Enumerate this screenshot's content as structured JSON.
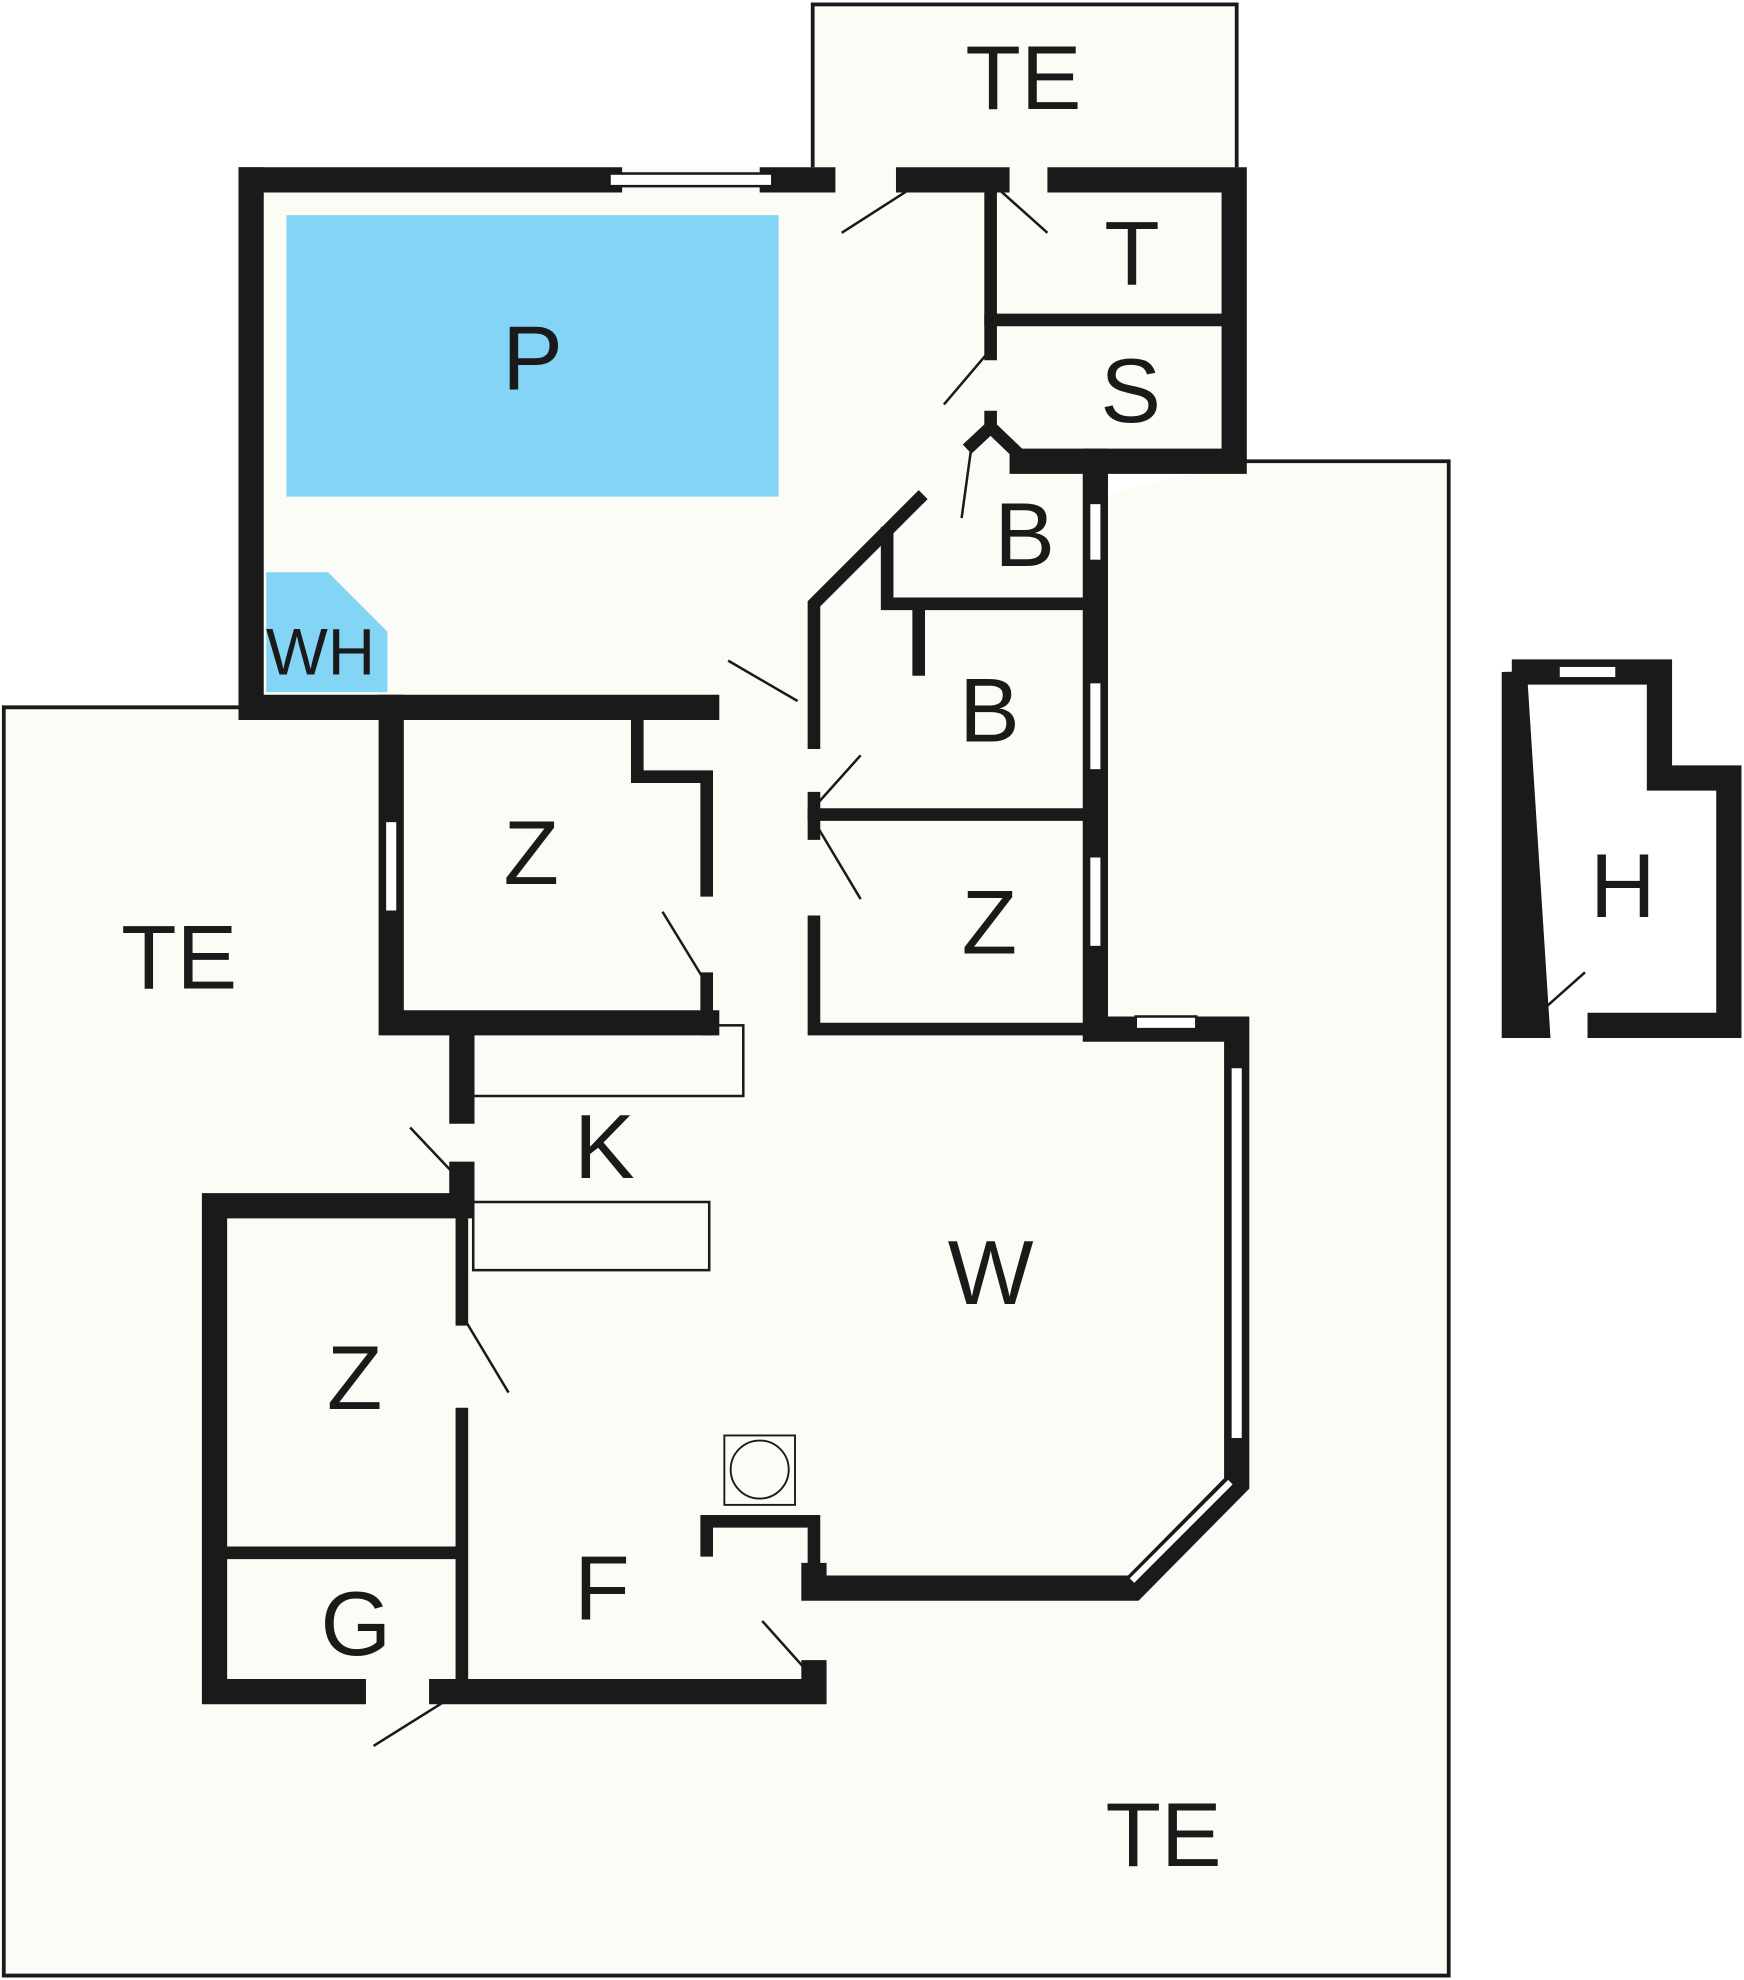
{
  "colors": {
    "floor": "#fbfcf6",
    "pool": "#83d4f5",
    "wall": "#1a1a1a"
  },
  "rooms": {
    "terrace_top": "TE",
    "terrace_left": "TE",
    "terrace_bottom": "TE",
    "pool": "P",
    "whirlpool": "WH",
    "toilet": "T",
    "sauna": "S",
    "bath_1": "B",
    "bath_2": "B",
    "bedroom_1": "Z",
    "bedroom_2": "Z",
    "bedroom_3": "Z",
    "kitchen": "K",
    "living": "W",
    "hall": "F",
    "wardrobe": "G",
    "shed": "H"
  }
}
